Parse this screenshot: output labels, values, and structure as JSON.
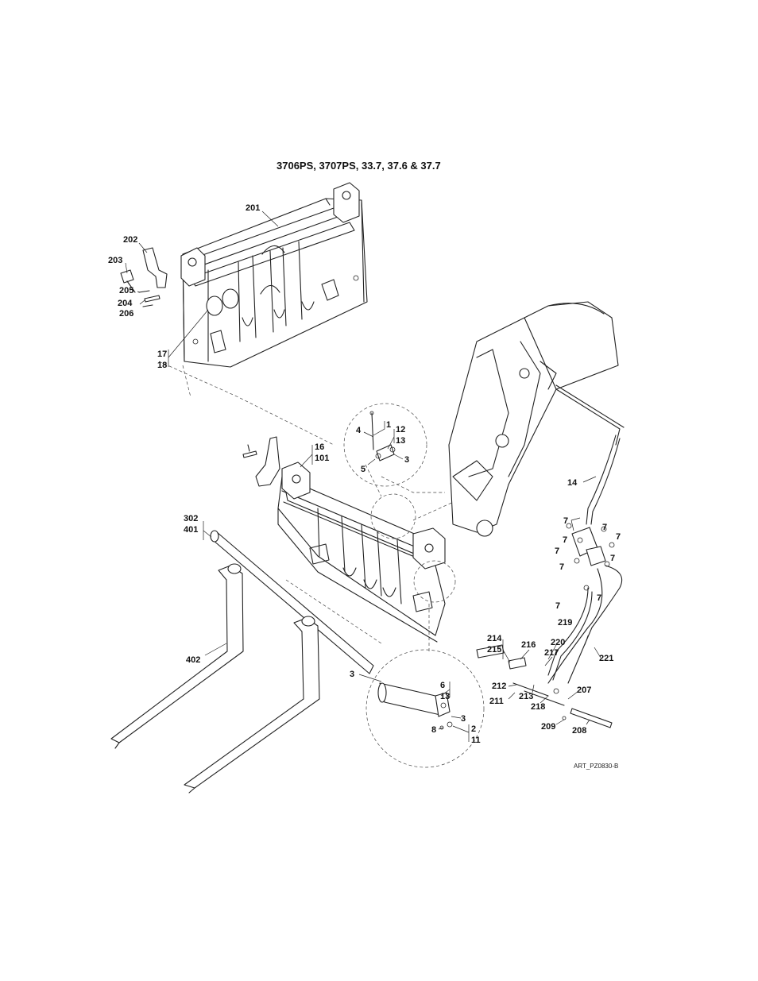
{
  "title": "3706PS, 3707PS, 33.7, 37.6 & 37.7",
  "art_reference": "ART_PZ0830-B",
  "callouts": {
    "c201": "201",
    "c202": "202",
    "c203": "203",
    "c205": "205",
    "c204": "204",
    "c206": "206",
    "c17": "17",
    "c18": "18",
    "c1": "1",
    "c4": "4",
    "c12": "12",
    "c13a": "13",
    "c5": "5",
    "c3a": "3",
    "c16": "16",
    "c101": "101",
    "c302": "302",
    "c401": "401",
    "c14": "14",
    "c7a": "7",
    "c7b": "7",
    "c7c": "7",
    "c7d": "7",
    "c7e": "7",
    "c7f": "7",
    "c7g": "7",
    "c7h": "7",
    "c7i": "7",
    "c219": "219",
    "c221": "221",
    "c220": "220",
    "c217": "217",
    "c216": "216",
    "c214": "214",
    "c215": "215",
    "c212": "212",
    "c211": "211",
    "c213": "213",
    "c218": "218",
    "c207": "207",
    "c209": "209",
    "c208": "208",
    "c402": "402",
    "c3b": "3",
    "c6": "6",
    "c13b": "13",
    "c3c": "3",
    "c8": "8",
    "c2": "2",
    "c11": "11"
  }
}
